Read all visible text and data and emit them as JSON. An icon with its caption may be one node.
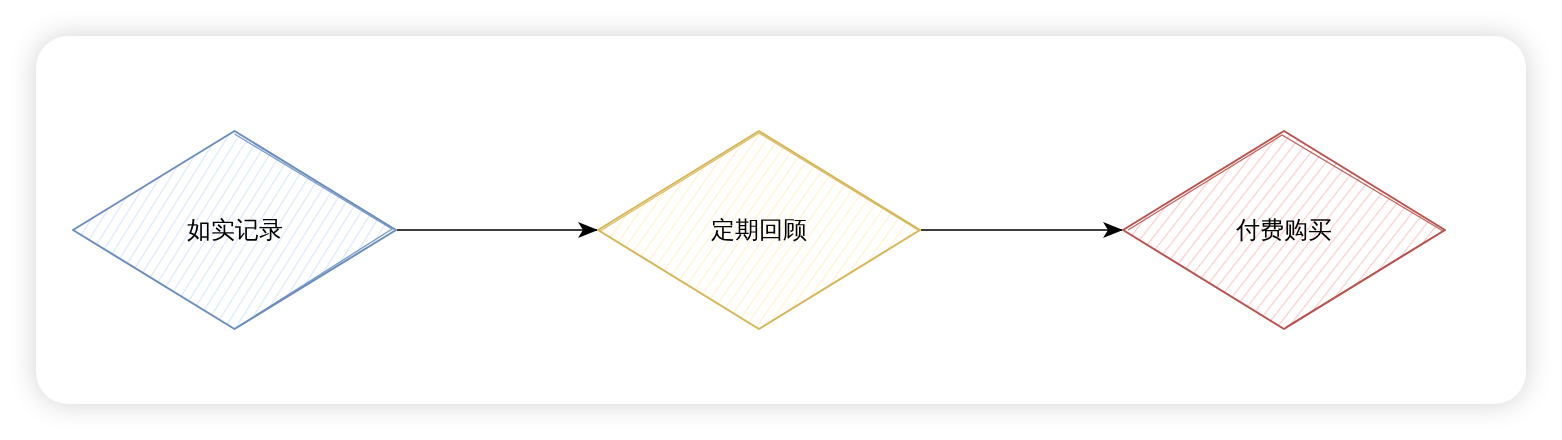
{
  "diagram": {
    "nodes": [
      {
        "text": [
          "如实记录"
        ]
      },
      {
        "text": [
          "定期回顾"
        ]
      },
      {
        "text": [
          "付费购买"
        ]
      }
    ],
    "edges": [
      {
        "from": 0,
        "to": 1,
        "arrow": "to"
      },
      {
        "from": 1,
        "to": 2,
        "arrow": "to"
      }
    ]
  }
}
